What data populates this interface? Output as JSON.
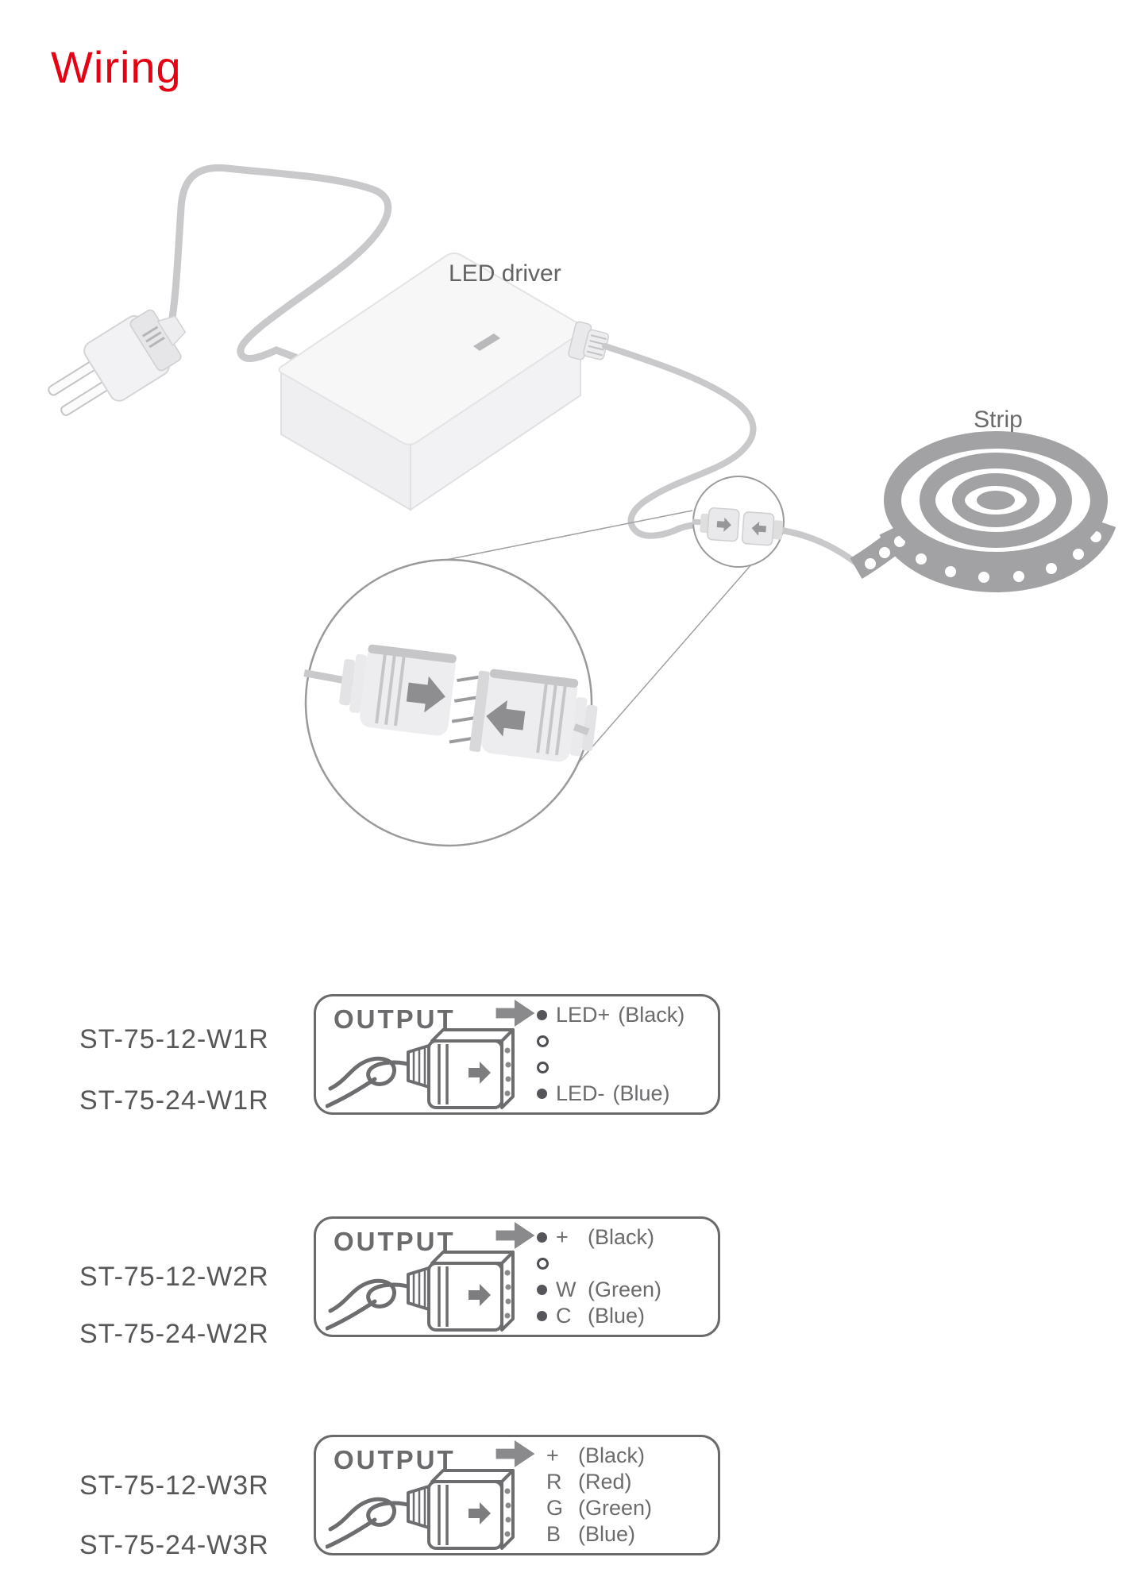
{
  "title": {
    "text": "Wiring"
  },
  "colors": {
    "accent_red": "#e60012",
    "label_gray": "#57575a",
    "line_art_gray": "#6d6d70",
    "strip_gray": "#a2a2a5",
    "cord_gray": "#c9c9cb"
  },
  "diagram": {
    "led_driver_label": "LED driver",
    "strip_label": "Strip"
  },
  "icons": {
    "output_direction_arrow": "right-arrow",
    "connector_insert_arrow_right": "right-arrow",
    "connector_insert_arrow_left": "left-arrow",
    "terminal_dot_filled": "filled-circle",
    "terminal_dot_open": "open-circle"
  },
  "blocks": [
    {
      "models": [
        "ST-75-12-W1R",
        "ST-75-24-W1R"
      ],
      "output_label": "OUTPUT",
      "terminals": [
        {
          "dot": "filled",
          "pin": "LED+",
          "wire": "(Black)"
        },
        {
          "dot": "open",
          "pin": "",
          "wire": ""
        },
        {
          "dot": "open",
          "pin": "",
          "wire": ""
        },
        {
          "dot": "filled",
          "pin": "LED-",
          "wire": "(Blue)"
        }
      ]
    },
    {
      "models": [
        "ST-75-12-W2R",
        "ST-75-24-W2R"
      ],
      "output_label": "OUTPUT",
      "terminals": [
        {
          "dot": "filled",
          "pin": "+",
          "wire": "(Black)"
        },
        {
          "dot": "open",
          "pin": "",
          "wire": ""
        },
        {
          "dot": "filled",
          "pin": "W",
          "wire": "(Green)"
        },
        {
          "dot": "filled",
          "pin": "C",
          "wire": "(Blue)"
        }
      ]
    },
    {
      "models": [
        "ST-75-12-W3R",
        "ST-75-24-W3R"
      ],
      "output_label": "OUTPUT",
      "terminals": [
        {
          "dot": "none",
          "pin": "+",
          "wire": "(Black)"
        },
        {
          "dot": "none",
          "pin": "R",
          "wire": "(Red)"
        },
        {
          "dot": "none",
          "pin": "G",
          "wire": "(Green)"
        },
        {
          "dot": "none",
          "pin": "B",
          "wire": "(Blue)"
        }
      ]
    }
  ]
}
